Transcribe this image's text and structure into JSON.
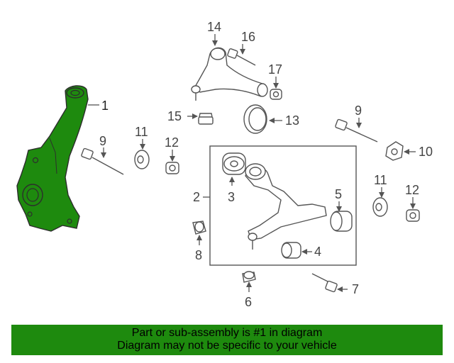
{
  "diagram": {
    "highlight_color": "#1e8a0e",
    "line_color": "#555555",
    "callouts": {
      "c1": "1",
      "c2": "2",
      "c3": "3",
      "c4": "4",
      "c5": "5",
      "c6": "6",
      "c7": "7",
      "c8": "8",
      "c9a": "9",
      "c9b": "9",
      "c10": "10",
      "c11a": "11",
      "c11b": "11",
      "c12a": "12",
      "c12b": "12",
      "c13": "13",
      "c14": "14",
      "c15": "15",
      "c16": "16",
      "c17": "17"
    }
  },
  "banner": {
    "line1": "Part or sub-assembly is #1 in diagram",
    "line2": "Diagram may not be specific to your vehicle"
  }
}
